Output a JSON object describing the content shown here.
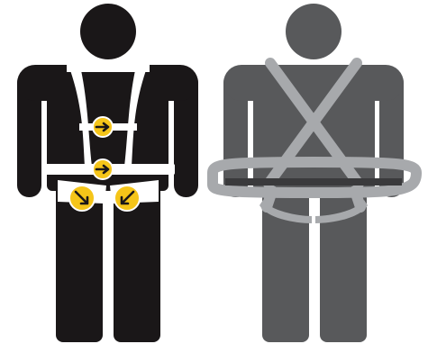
{
  "figures": [
    {
      "name": "figure-worn-harness",
      "body_color": "#1a1718",
      "harness_color": "#ffffff",
      "buckle_color": "#f5c519",
      "buckle_arrow_color": "#1a1718",
      "buckles": [
        {
          "name": "chest-buckle",
          "arrow": "right-arrow-icon"
        },
        {
          "name": "waist-buckle",
          "arrow": "right-arrow-icon"
        },
        {
          "name": "left-leg-buckle",
          "arrow": "down-right-arrow-icon"
        },
        {
          "name": "right-leg-buckle",
          "arrow": "down-left-arrow-icon"
        }
      ]
    },
    {
      "name": "figure-harness-straps-only",
      "body_color": "#58595b",
      "strap_color": "#a7a9ac",
      "belt_inner_color": "#3a3a3c"
    }
  ]
}
